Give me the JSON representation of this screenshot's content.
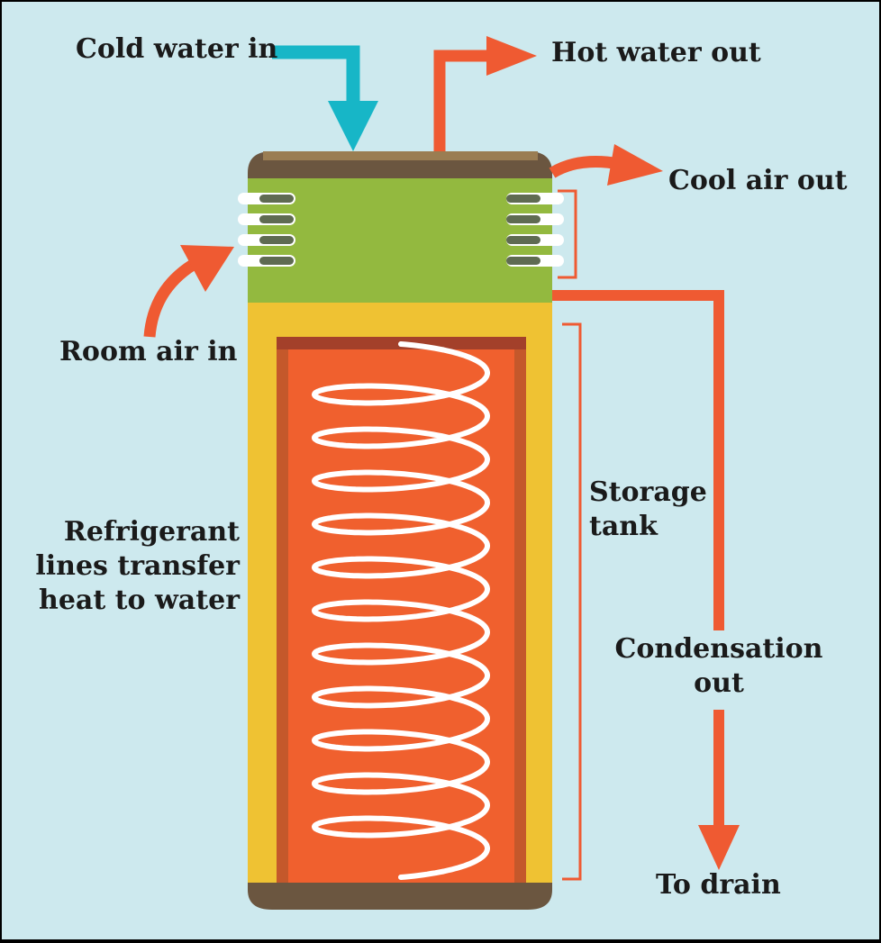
{
  "labels": {
    "cold_water_in": "Cold water in",
    "hot_water_out": "Hot water out",
    "cool_air_out": "Cool air out",
    "room_air_in": "Room air in",
    "refrigerant": [
      "Refrigerant",
      "lines transfer",
      "heat to water"
    ],
    "storage_tank": [
      "Storage",
      "tank"
    ],
    "condensation_out": [
      "Condensation",
      "out"
    ],
    "to_drain": "To drain"
  },
  "colors": {
    "background": "#cde9ee",
    "cold_water": "#17b6c7",
    "hot_flow": "#ef5a32",
    "heat_pump_unit": "#93b93f",
    "tank_shell": "#efc233",
    "tank_water": "#f0602e",
    "cap": "#6b5640",
    "coil": "#ffffff"
  }
}
